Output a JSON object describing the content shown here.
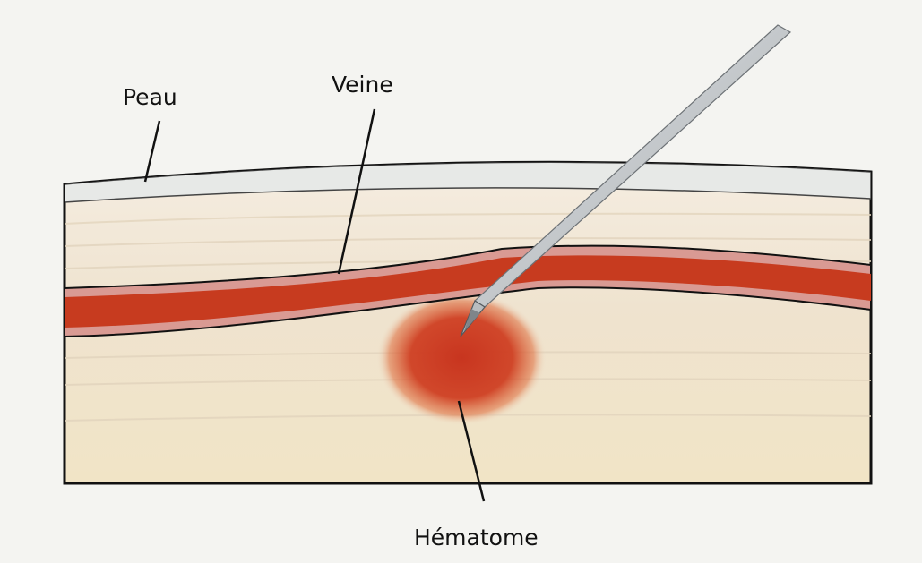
{
  "labels": {
    "skin": "Peau",
    "vein": "Veine",
    "hematoma": "Hématome"
  },
  "colors": {
    "page_background": "#f4f4f1",
    "skin_layer": "#e7e9e7",
    "tissue": "#efe3cf",
    "vein_wall": "#d99a93",
    "vein_blood": "#c73b1f",
    "hematoma": "#c8351f",
    "needle": "#cfd2d4",
    "outline": "#111111"
  },
  "icons": {
    "needle": "needle-icon"
  }
}
